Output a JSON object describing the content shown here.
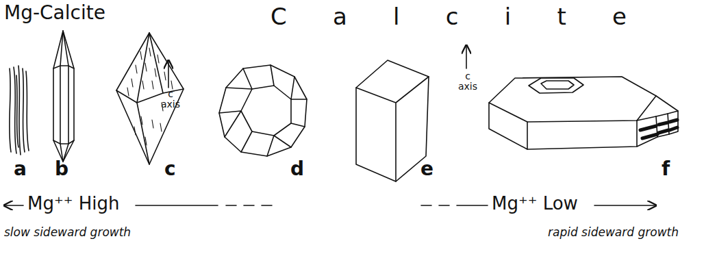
{
  "diagram": {
    "labels": [
      "Mg-Calcite",
      "Calcite",
      "c axis",
      "a",
      "b",
      "c",
      "c axis",
      "d",
      "e",
      "f",
      "Mg⁺⁺ High",
      "Mg⁺⁺ Low",
      "slow sideward growth",
      "rapid sideward growth"
    ]
  }
}
